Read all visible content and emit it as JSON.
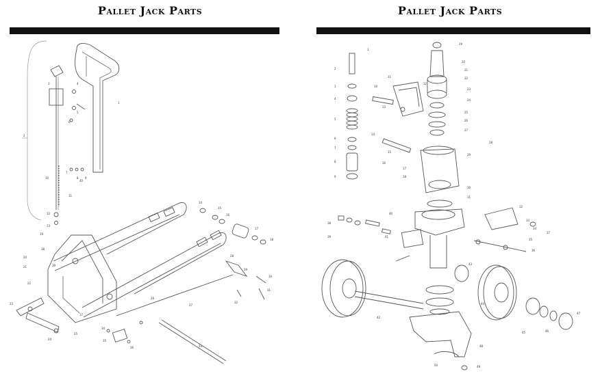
{
  "left_page": {
    "title": "Pallet Jack Parts"
  },
  "right_page": {
    "title": "Pallet Jack Parts"
  },
  "left_callouts": [
    "1",
    "2",
    "3",
    "4",
    "5",
    "6",
    "7",
    "8",
    "9",
    "10",
    "11",
    "12",
    "13",
    "14",
    "15",
    "16",
    "17",
    "18",
    "19",
    "20",
    "21",
    "22",
    "23",
    "24",
    "25",
    "26",
    "27",
    "28",
    "29",
    "30",
    "31",
    "32",
    "33",
    "34",
    "35",
    "36",
    "37",
    "38",
    "39",
    "40"
  ],
  "right_callouts": [
    "1",
    "2",
    "3",
    "4",
    "5",
    "6",
    "7",
    "8",
    "9",
    "10",
    "11",
    "12",
    "13",
    "14",
    "15",
    "16",
    "17",
    "18",
    "19",
    "20",
    "21",
    "22",
    "23",
    "24",
    "25",
    "26",
    "27",
    "28",
    "29",
    "30",
    "31",
    "32",
    "33",
    "34",
    "35",
    "36",
    "37",
    "38",
    "39",
    "40",
    "41",
    "42",
    "43",
    "44",
    "45",
    "46",
    "47",
    "48",
    "49",
    "50"
  ]
}
